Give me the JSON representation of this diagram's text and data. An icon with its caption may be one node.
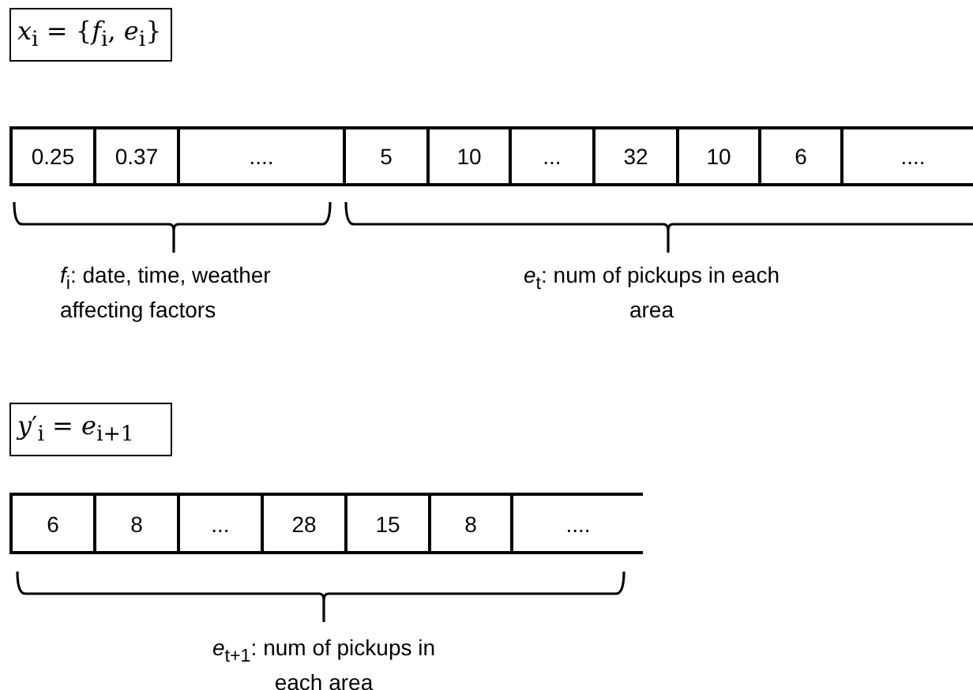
{
  "diagram": {
    "nodes": [
      {
        "text": [
          "*x*$_{i}$ = {*f*$_{i}$, *e*$_{i}$}"
        ]
      },
      {
        "text": [
          "0.25"
        ]
      },
      {
        "text": [
          "0.37"
        ]
      },
      {
        "text": [
          "...."
        ]
      },
      {
        "text": [
          "5"
        ]
      },
      {
        "text": [
          "10"
        ]
      },
      {
        "text": [
          "..."
        ]
      },
      {
        "text": [
          "32"
        ]
      },
      {
        "text": [
          "10"
        ]
      },
      {
        "text": [
          "6"
        ]
      },
      {
        "text": [
          "...."
        ]
      },
      {
        "text": [
          "*y*′$_{i}$ = *e*$_{i+1}$"
        ]
      },
      {
        "text": [
          "6"
        ]
      },
      {
        "text": [
          "8"
        ]
      },
      {
        "text": [
          "..."
        ]
      },
      {
        "text": [
          "28"
        ]
      },
      {
        "text": [
          "15"
        ]
      },
      {
        "text": [
          "8"
        ]
      },
      {
        "text": [
          "...."
        ]
      }
    ],
    "labels": [
      "*f*$_{i}$: date, time, weather affecting factors",
      "*e*$_{t}$: num of pickups in each area",
      "*e*$_{t+1}$: num of pickups in each area"
    ]
  }
}
